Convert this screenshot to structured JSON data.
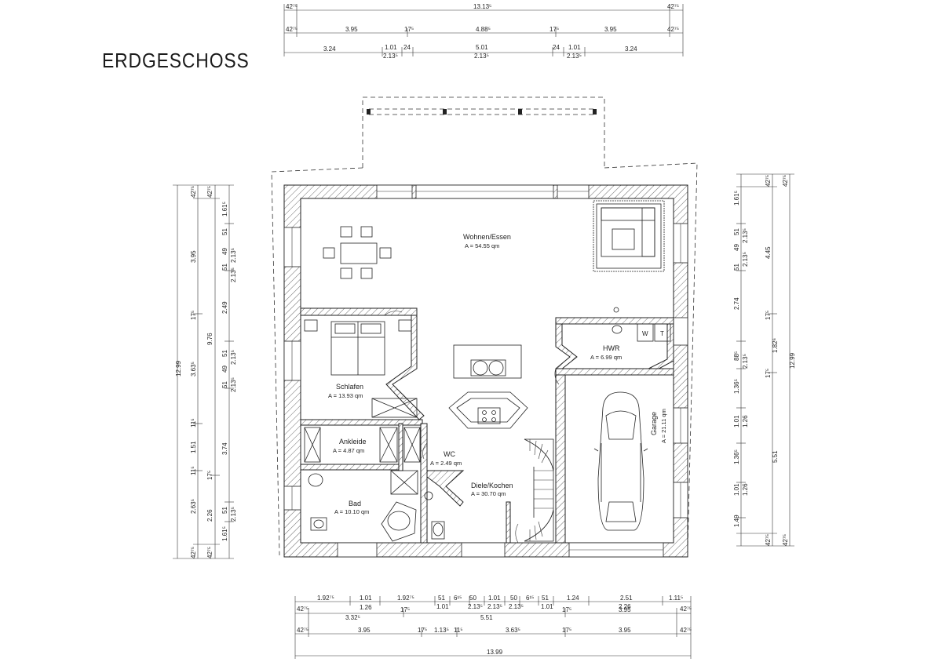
{
  "title": "ERDGESCHOSS",
  "rooms": {
    "wohnen": {
      "name": "Wohnen/Essen",
      "area": "A  =  54.55  qm"
    },
    "schlafen": {
      "name": "Schlafen",
      "area": "A  =  13.93  qm"
    },
    "ankleide": {
      "name": "Ankleide",
      "area": "A  =  4.87  qm"
    },
    "bad": {
      "name": "Bad",
      "area": "A  =  10.10  qm"
    },
    "wc": {
      "name": "WC",
      "area": "A  =  2.49  qm"
    },
    "diele": {
      "name": "Diele/Kochen",
      "area": "A  =  30.70  qm"
    },
    "hwr": {
      "name": "HWR",
      "area": "A  =  6.99  qm"
    },
    "garage": {
      "name": "Garage",
      "area": "A  =  21.11  qm"
    }
  },
  "hwr_appliances": [
    "W",
    "T"
  ],
  "top_dims": {
    "row1": [
      "42⁷⁵",
      "13.13⁵",
      "42⁷⁵"
    ],
    "row2": [
      "42⁷⁵",
      "3.95",
      "17⁵",
      "4.88⁵",
      "17⁵",
      "3.95",
      "42⁷⁵"
    ],
    "row3": [
      "3.24",
      "1.01",
      "2.13⁵",
      "24",
      "5.01",
      "2.13⁵",
      "24",
      "1.01",
      "2.13⁵",
      "3.24"
    ]
  },
  "bottom_dims": {
    "row1": [
      "1.92⁷⁵",
      "1.01",
      "1.26",
      "1.92⁷⁵",
      "51",
      "6¹⁵",
      "50",
      "1.01",
      "50",
      "6¹⁵",
      "51",
      "1.24",
      "2.51",
      "1.11⁵"
    ],
    "row1b": [
      "1.01",
      "2.13⁵",
      "2.13⁵",
      "2.13⁵",
      "1.01",
      "2.26"
    ],
    "row2": [
      "42⁷⁵",
      "3.32⁵",
      "17⁵",
      "5.51",
      "17⁵",
      "3.95",
      "42⁷⁵"
    ],
    "row3": [
      "42⁷⁵",
      "3.95",
      "17⁵",
      "1.13⁵",
      "11⁵",
      "3.63⁵",
      "17⁵",
      "3.95",
      "42⁷⁵"
    ],
    "row4": [
      "13.99"
    ]
  },
  "left_dims": {
    "col_outer": [
      "12.99"
    ],
    "col2": [
      "42⁷⁵",
      "3.95",
      "17⁵",
      "3.63⁵",
      "11⁵",
      "1.51",
      "11⁵",
      "2.63⁵",
      "42⁷⁵"
    ],
    "col3": [
      "42⁷⁵",
      "9.76",
      "17⁵",
      "2.26",
      "42⁷⁵"
    ],
    "col4": [
      "1.61⁵",
      "51",
      "49",
      "51",
      "2.49",
      "51",
      "49",
      "51",
      "3.74",
      "51",
      "1.61⁵"
    ],
    "col4b": [
      "2.13⁵",
      "2.13⁵",
      "2.13⁵",
      "2.13⁵",
      "2.13⁵"
    ]
  },
  "right_dims": {
    "col1": [
      "1.61⁵",
      "51",
      "49",
      "51",
      "2.74",
      "88⁵",
      "1.36⁵",
      "1.01",
      "1.36⁵",
      "1.01",
      "1.49"
    ],
    "col1b": [
      "2.13⁵",
      "2.13⁵",
      "2.13⁵",
      "1.26",
      "1.26"
    ],
    "col2": [
      "42⁷⁵",
      "4.45",
      "17⁵",
      "1.82⁶",
      "17⁵",
      "5.51",
      "42⁷⁵"
    ],
    "col3": [
      "42⁷⁵",
      "12.99",
      "42⁷⁵"
    ]
  }
}
